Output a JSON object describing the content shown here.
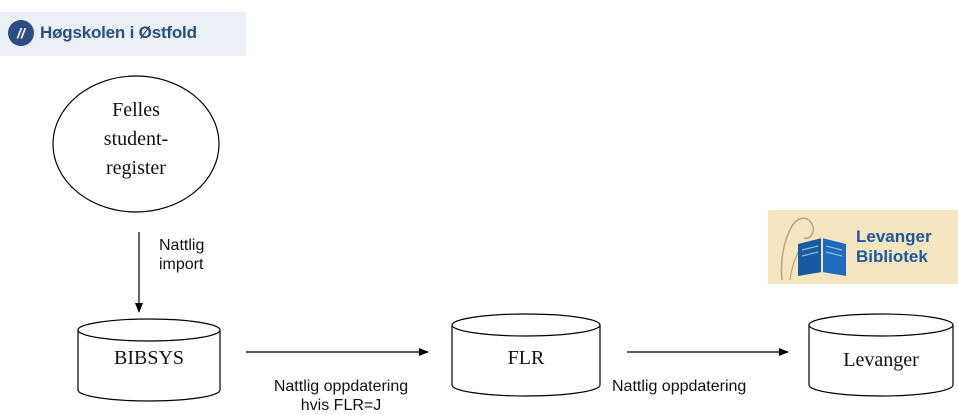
{
  "logos": {
    "hio": {
      "mark": "//",
      "name": "Høgskolen i Østfold"
    },
    "levanger": {
      "line1": "Levanger",
      "line2": "Bibliotek"
    }
  },
  "nodes": {
    "source": {
      "lines": [
        "Felles",
        "student-",
        "register"
      ]
    },
    "bibsys": {
      "label": "BIBSYS"
    },
    "flr": {
      "label": "FLR"
    },
    "levanger": {
      "label": "Levanger"
    }
  },
  "edges": {
    "import": {
      "lines": [
        "Nattlig",
        "import"
      ]
    },
    "bibsys_flr": {
      "lines": [
        "Nattlig oppdatering",
        "hvis FLR=J"
      ]
    },
    "flr_levanger": {
      "label": "Nattlig oppdatering"
    }
  },
  "colors": {
    "hio_blue": "#2a4d84",
    "levanger_blue": "#1a5aa0",
    "levanger_bg": "#f5e6bf"
  }
}
